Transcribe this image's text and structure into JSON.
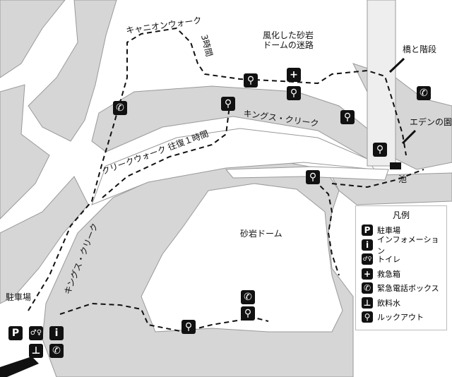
{
  "labels": {
    "canyon_walk": "キャニオンウォーク",
    "canyon_walk_time": "3時間",
    "dome_maze_line1": "風化した砂岩",
    "dome_maze_line2": "ドームの迷路",
    "kings_creek_upper": "キングス・クリーク",
    "creek_walk": "クリークウォーク 往復１時間",
    "bridge_stairs": "橋と階段",
    "garden_of_eden": "エデンの園",
    "pond": "池",
    "sandstone_dome": "砂岩ドーム",
    "parking": "駐車場",
    "kings_creek_lower": "キングス・クリーク"
  },
  "legend": {
    "title": "凡例",
    "items": [
      {
        "icon": "parking-icon",
        "glyph": "P",
        "label": "駐車場"
      },
      {
        "icon": "information-icon",
        "glyph": "i",
        "label": "インフォメーション"
      },
      {
        "icon": "toilet-icon",
        "glyph": "♂♀",
        "label": "トイレ"
      },
      {
        "icon": "first-aid-icon",
        "glyph": "+",
        "label": "救急箱"
      },
      {
        "icon": "emergency-phone-icon",
        "glyph": "✆",
        "label": "緊急電話ボックス"
      },
      {
        "icon": "drinking-water-icon",
        "glyph": "⊥",
        "label": "飲料水"
      },
      {
        "icon": "lookout-icon",
        "glyph": "⚲",
        "label": "ルックアウト"
      }
    ]
  },
  "colors": {
    "terrain": "#d6d6d6",
    "trail": "#111111",
    "icon_bg": "#111111"
  }
}
